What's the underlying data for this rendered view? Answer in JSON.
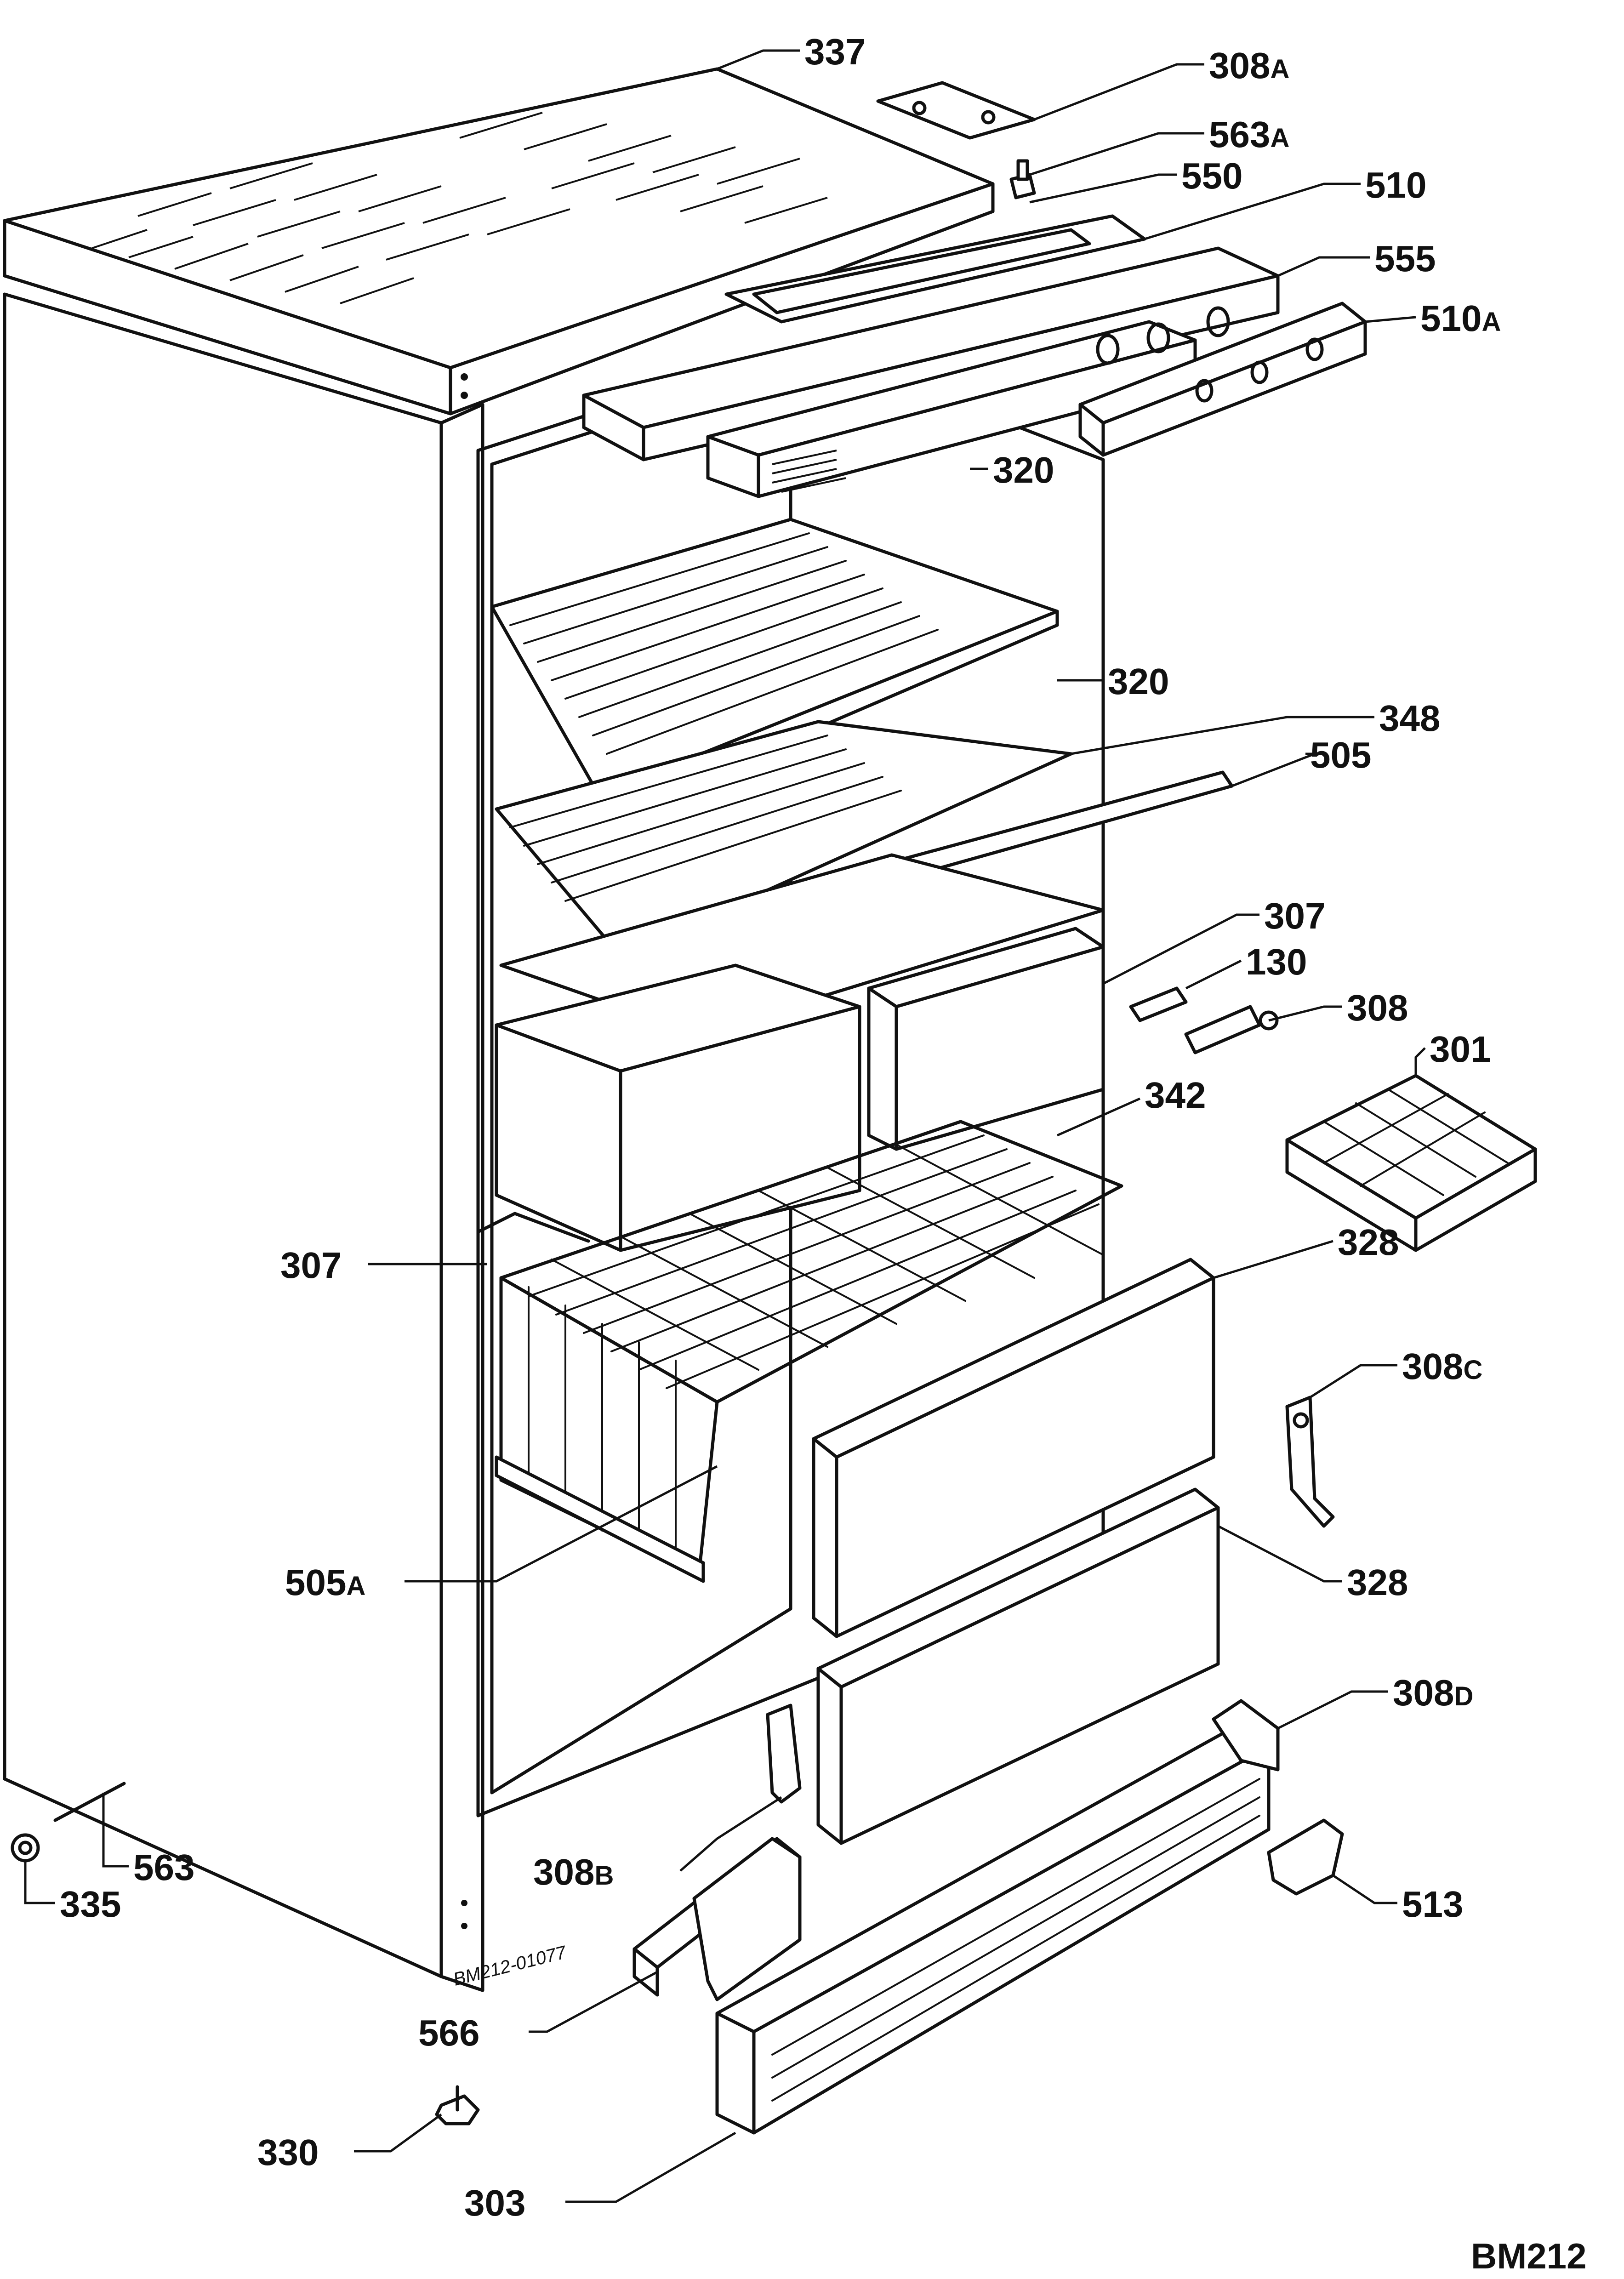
{
  "drawing": {
    "code": "BM212",
    "cabinet_stamp": "BM212-01077"
  },
  "parts": [
    {
      "id": "337"
    },
    {
      "id": "308",
      "suffix": "A"
    },
    {
      "id": "563",
      "suffix": "A"
    },
    {
      "id": "550"
    },
    {
      "id": "510"
    },
    {
      "id": "555"
    },
    {
      "id": "510",
      "suffix": "A"
    },
    {
      "id": "320"
    },
    {
      "id": "320"
    },
    {
      "id": "348"
    },
    {
      "id": "505"
    },
    {
      "id": "307"
    },
    {
      "id": "130"
    },
    {
      "id": "308"
    },
    {
      "id": "301"
    },
    {
      "id": "342"
    },
    {
      "id": "307"
    },
    {
      "id": "328"
    },
    {
      "id": "308",
      "suffix": "C"
    },
    {
      "id": "505",
      "suffix": "A"
    },
    {
      "id": "328"
    },
    {
      "id": "308",
      "suffix": "D"
    },
    {
      "id": "563"
    },
    {
      "id": "308",
      "suffix": "B"
    },
    {
      "id": "513"
    },
    {
      "id": "335"
    },
    {
      "id": "566"
    },
    {
      "id": "330"
    },
    {
      "id": "303"
    }
  ]
}
